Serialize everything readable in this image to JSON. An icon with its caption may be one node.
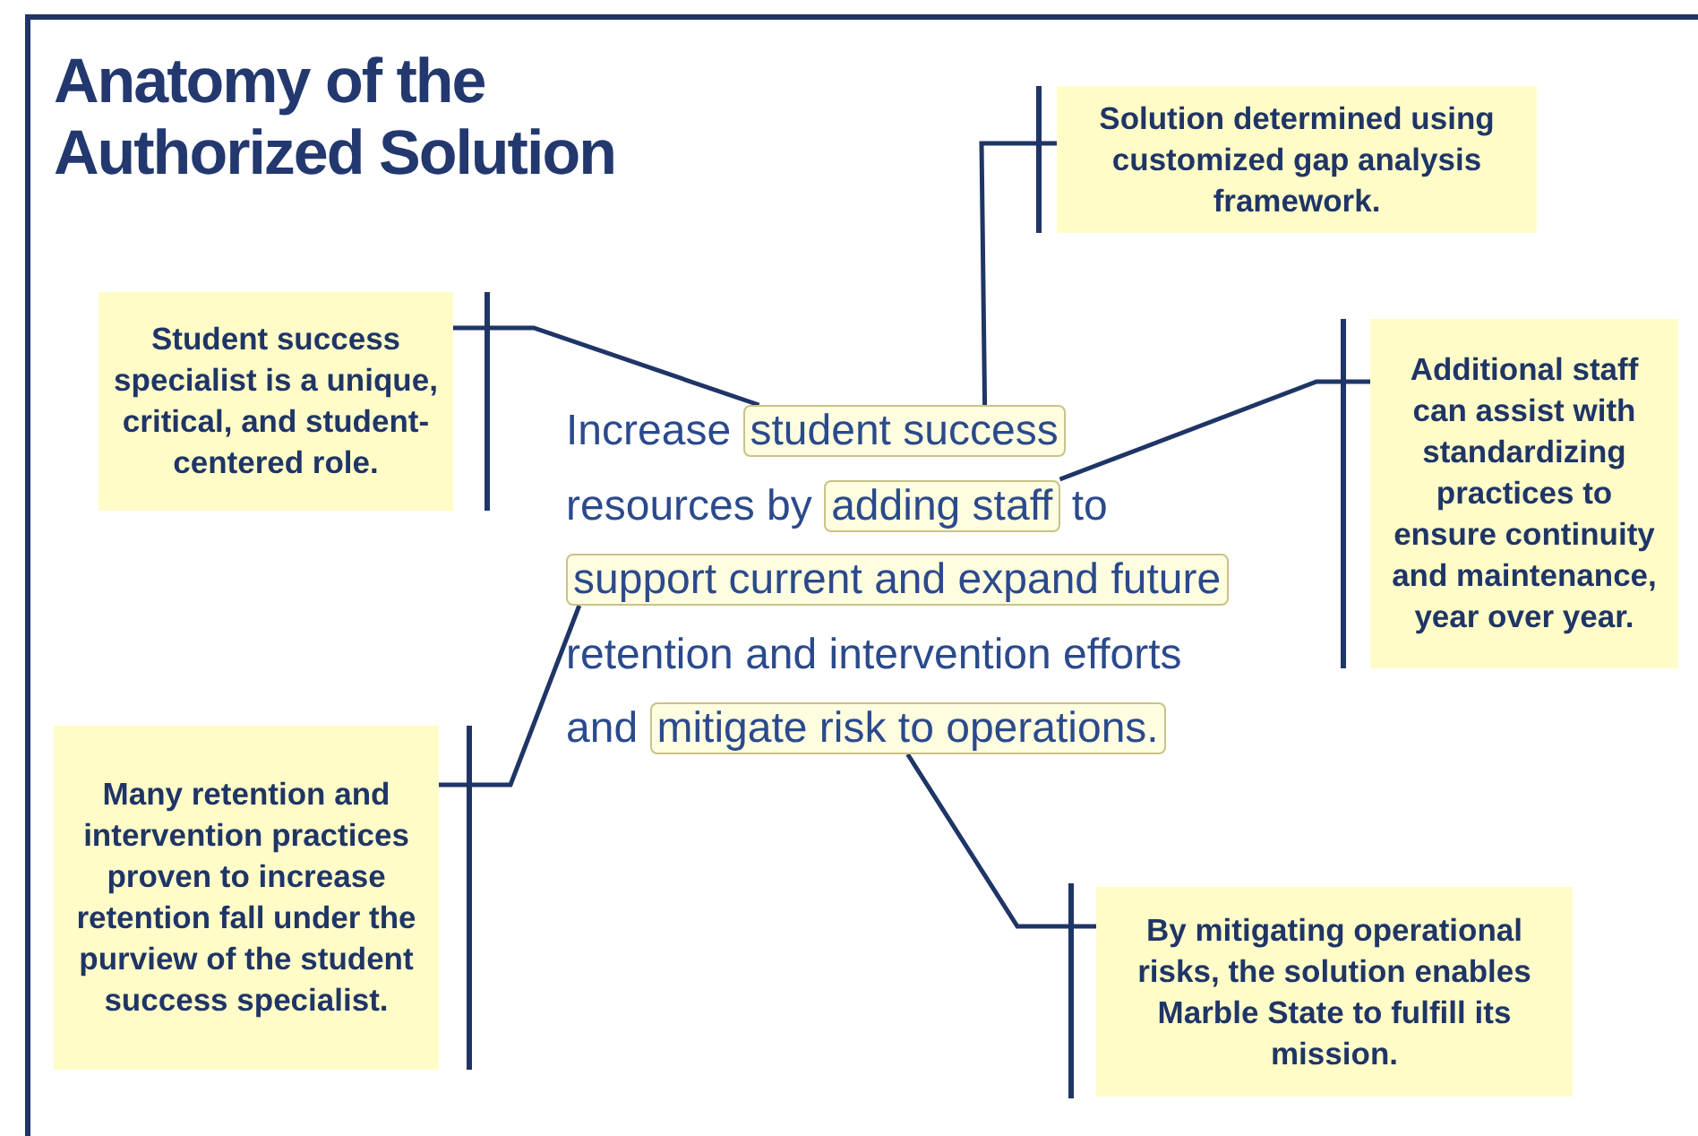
{
  "diagram": {
    "title": "Anatomy of the Authorized Solution",
    "nodes": [
      {
        "text": [
          "Solution determined using customized gap analysis framework."
        ]
      },
      {
        "text": [
          "Student success specialist is a unique, critical, and student-centered role."
        ]
      },
      {
        "text": [
          "student success"
        ]
      },
      {
        "text": [
          "Additional staff can assist with standardizing practices to ensure continuity and maintenance, year over year."
        ]
      },
      {
        "text": [
          "adding staff"
        ]
      },
      {
        "text": [
          "support current and expand future"
        ]
      },
      {
        "text": [
          "Many retention and intervention practices proven to increase retention fall under the purview of the student success specialist."
        ]
      },
      {
        "text": [
          "mitigate risk to operations."
        ]
      },
      {
        "text": [
          "By mitigating operational risks, the solution enables Marble State to fulfill its mission."
        ]
      }
    ],
    "edges": [
      {
        "from": 2,
        "to": 0,
        "arrow": "none"
      },
      {
        "from": 2,
        "to": 1,
        "arrow": "none"
      },
      {
        "from": 4,
        "to": 3,
        "arrow": "none"
      },
      {
        "from": 5,
        "to": 6,
        "arrow": "none"
      },
      {
        "from": 7,
        "to": 8,
        "arrow": "none"
      }
    ],
    "labels": [
      "Increase",
      "resources by",
      "to",
      "retention and intervention efforts",
      "and"
    ]
  }
}
